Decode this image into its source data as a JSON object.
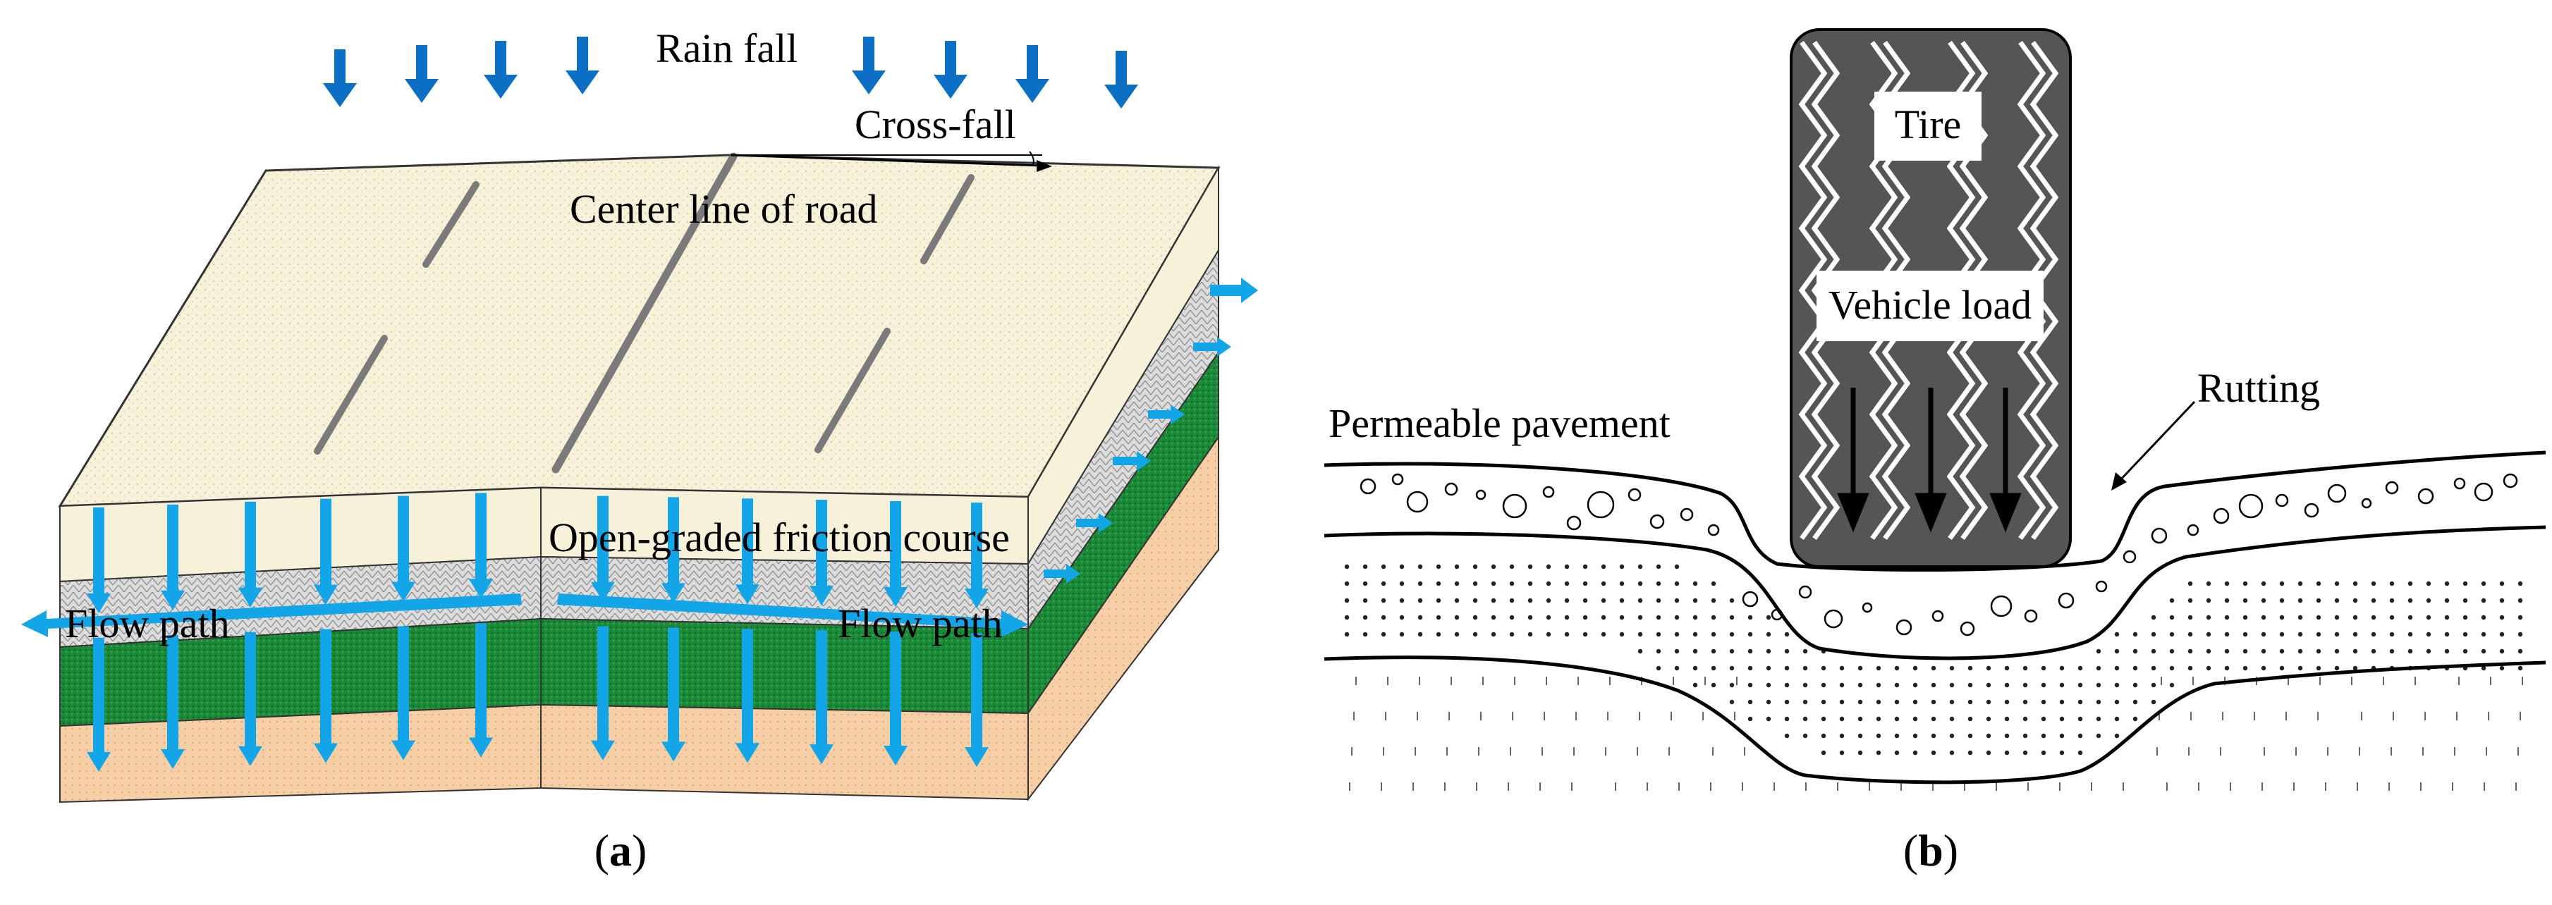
{
  "panel_a": {
    "rain_label": "Rain fall",
    "crossfall_label": "Cross-fall",
    "centerline_label": "Center line of road",
    "ogfc_label": "Open-graded friction course",
    "flow_left_label": "Flow path",
    "flow_right_label": "Flow path",
    "caption_letter": "a",
    "colors": {
      "surface": "#f7f1d9",
      "ogfc_gray": "#d6d6d6",
      "base_green": "#1d8a3a",
      "subgrade": "#f6cfa6",
      "water_blue": "#12a5e8",
      "rain_blue": "#0b6fc4",
      "dash_gray": "#7a7a7a"
    }
  },
  "panel_b": {
    "tire_label": "Tire",
    "load_label": "Vehicle load",
    "pavement_label": "Permeable pavement",
    "rutting_label": "Rutting",
    "caption_letter": "b",
    "colors": {
      "tire": "#555555",
      "tread": "#ffffff"
    }
  }
}
